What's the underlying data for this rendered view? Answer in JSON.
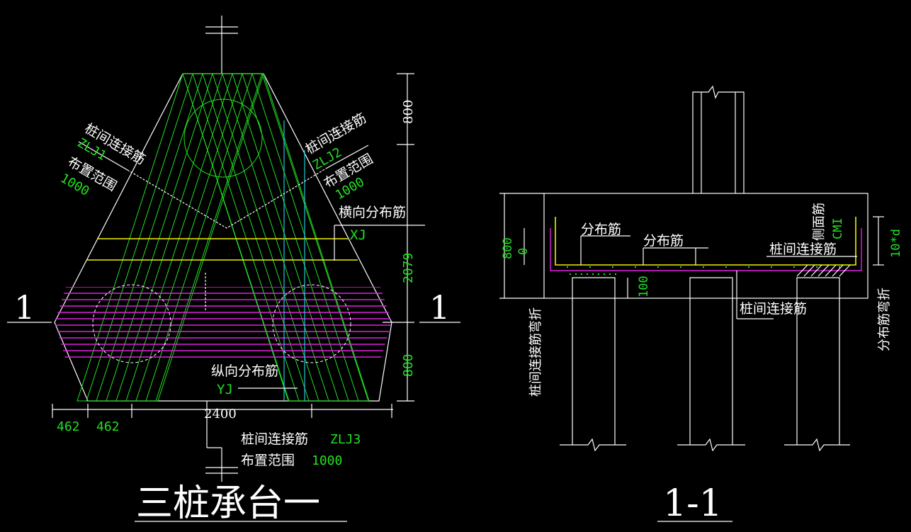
{
  "left": {
    "title": "三桩承台一",
    "section_mark_left": "1",
    "section_mark_right": "1",
    "zlj1": {
      "label": "桩间连接筋",
      "code": "ZLJ1",
      "range_label": "布置范围",
      "range": "1000"
    },
    "zlj2": {
      "label": "桩间连接筋",
      "code": "ZLJ2",
      "range_label": "布置范围",
      "range": "1000"
    },
    "zlj3": {
      "label": "桩间连接筋",
      "code": "ZLJ3",
      "range_label": "布置范围",
      "range": "1000"
    },
    "xj": {
      "label": "横向分布筋",
      "code": "XJ"
    },
    "yj": {
      "label": "纵向分布筋",
      "code": "YJ"
    },
    "dims": {
      "top": "800",
      "middle": "2079",
      "bottom": "800",
      "width": "2400",
      "left1": "462",
      "left2": "462"
    }
  },
  "right": {
    "title": "1-1",
    "dist1": "分布筋",
    "dist2": "分布筋",
    "side_bar": "侧面筋",
    "side_code": "CMI",
    "pile_conn1": "桩间连接筋",
    "pile_conn2": "桩间连接筋",
    "pile_bend": "桩间连接筋弯折",
    "dist_bend": "分布筋弯折",
    "bend_len": "10*d",
    "dim_800": "800",
    "dim_0": "0",
    "dim_100": "100"
  },
  "colors": {
    "background": "#000000",
    "line": "#ffffff",
    "rebar": "#22e022",
    "distribution": "#f0f000",
    "stirrup": "#e020e0",
    "aux": "#20c8d8"
  }
}
